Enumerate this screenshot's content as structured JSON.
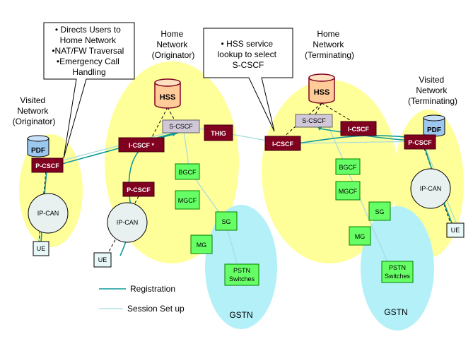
{
  "regions": {
    "visited_orig": [
      "Visited",
      "Network",
      "(Originator)"
    ],
    "home_orig": [
      "Home",
      "Network",
      "(Originator)"
    ],
    "home_term": [
      "Home",
      "Network",
      "(Terminating)"
    ],
    "visited_term": [
      "Visited",
      "Network",
      "(Terminating)"
    ]
  },
  "callouts": {
    "left": [
      "• Directs Users to",
      "Home Network",
      "•NAT/FW Traversal",
      "•Emergency Call",
      "Handling"
    ],
    "right": [
      "• HSS service",
      "lookup to select",
      "S-CSCF"
    ]
  },
  "nodes": {
    "hss": "HSS",
    "pdf": "PDF",
    "s_cscf": "S-CSCF",
    "i_cscf": "I-CSCF",
    "i_cscf_star": "I-CSCF *",
    "p_cscf": "P-CSCF",
    "thig": "THIG",
    "bgcf": "BGCF",
    "mgcf": "MGCF",
    "sg": "SG",
    "mg": "MG",
    "pstn": [
      "PSTN",
      "Switches"
    ],
    "ip_can": "IP-CAN",
    "ue": "UE",
    "gstn": "GSTN"
  },
  "legend": {
    "registration": "Registration",
    "session": "Session Set up"
  },
  "colors": {
    "yellow": "#ffff99",
    "cyan": "#b3f0f8",
    "red_node": "#800020",
    "green_node": "#66ff66",
    "hss_fill": "#ffcc99",
    "pdf_fill": "#9cc8f0",
    "reg_line": "#119b9b",
    "session_line": "#a8dcdc"
  }
}
